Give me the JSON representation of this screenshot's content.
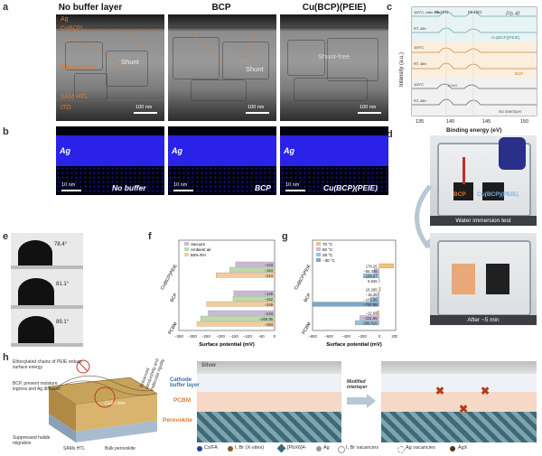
{
  "panels": {
    "a": "a",
    "b": "b",
    "c": "c",
    "d": "d",
    "e": "e",
    "f": "f",
    "g": "g",
    "h": "h"
  },
  "panel_a": {
    "col_titles": [
      "No buffer layer",
      "BCP",
      "Cu(BCP)(PEIE)"
    ],
    "ag": "Ag",
    "cu_bcp": "Cu(BCP)",
    "perovskite": "Perovskite",
    "sam_htl": "SAM HTL",
    "ito": "ITO",
    "shunt": "Shunt",
    "shunt_free": "Shunt-free",
    "scale": "100 nm"
  },
  "panel_b": {
    "ag": "Ag",
    "labels": [
      "No buffer",
      "BCP",
      "Cu(BCP)(PEIE)"
    ],
    "scale": "10 nm"
  },
  "panel_c": {
    "title": "Pb 4f",
    "xlabel": "Binding energy (eV)",
    "ylabel": "Intensity (a.u.)",
    "xticks": [
      "135",
      "140",
      "145",
      "150"
    ],
    "peak_labels": [
      "Pb 4f7/2",
      "Pb 4f5/2"
    ],
    "trace_labels": [
      "100°C, after 48h",
      "RT, 48h",
      "Cu(BCP)(PEIE)",
      "100°C",
      "RT, 48h",
      "BCP",
      "100°C",
      "RT, 48h",
      "No interlayer"
    ],
    "shift": "0.5eV"
  },
  "panel_d": {
    "bcp": "BCP",
    "cu": "Cu(BCP)(PEIE)",
    "water": "Water immersion test",
    "after": "After ~5 min"
  },
  "panel_e": {
    "angles": [
      "78.4°",
      "81.1°",
      "89.1°"
    ]
  },
  "panel_f": {
    "legend": [
      "Vacuum",
      "Ambient air",
      "85% RH"
    ],
    "xlabel": "Surface potential (mV)",
    "xticks": [
      "−350",
      "−300",
      "−250",
      "−200",
      "−150",
      "−100",
      "−50",
      "0"
    ],
    "rows": [
      "Cu(BCP)PEIE",
      "BCP",
      "PCBM"
    ],
    "value_labels": [
      [
        "−143",
        "−164",
        "−214"
      ],
      [
        "−149",
        "−152",
        "−249"
      ],
      [
        "−243",
        "−269.96",
        "−284"
      ]
    ]
  },
  "panel_g": {
    "legend": [
      "70 °C",
      "60 °C",
      "28 °C",
      "−30 °C"
    ],
    "xlabel": "Surface potential (mV)",
    "xticks": [
      "−800",
      "−600",
      "−400",
      "−200",
      "0",
      "200"
    ],
    "rows": [
      "Cu(BCP)PEIE",
      "BCP",
      "PCBM"
    ],
    "value_labels": [
      [
        "176.25",
        "−56.405",
        "−189.67",
        "5.545"
      ],
      [
        "16.285",
        "−15.36",
        "−102.66",
        "−797.58"
      ],
      [
        "−22.68",
        "−231.65",
        "−286.015"
      ]
    ]
  },
  "chart_data": [
    {
      "type": "bar",
      "categories": [
        "Cu(BCP)PEIE",
        "BCP",
        "PCBM"
      ],
      "series": [
        {
          "name": "Vacuum",
          "values": [
            -143,
            -149,
            -243
          ]
        },
        {
          "name": "Ambient air",
          "values": [
            -164,
            -152,
            -269.96
          ]
        },
        {
          "name": "85% RH",
          "values": [
            -214,
            -249,
            -284
          ]
        }
      ],
      "xlabel": "Surface potential (mV)",
      "xlim": [
        -350,
        0
      ],
      "orientation": "horizontal"
    },
    {
      "type": "bar",
      "categories": [
        "Cu(BCP)PEIE",
        "BCP",
        "PCBM"
      ],
      "series": [
        {
          "name": "70 °C",
          "values": [
            176.25,
            16.285,
            -22.68
          ]
        },
        {
          "name": "60 °C",
          "values": [
            -56.405,
            -15.36,
            -231.65
          ]
        },
        {
          "name": "28 °C",
          "values": [
            -189.67,
            -102.66,
            -286.015
          ]
        },
        {
          "name": "−30 °C",
          "values": [
            5.545,
            -797.58,
            null
          ]
        }
      ],
      "xlabel": "Surface potential (mV)",
      "xlim": [
        -800,
        200
      ],
      "orientation": "horizontal"
    }
  ],
  "panel_h": {
    "left_notes": [
      "Ethoxylated chains of PEIE reduce surface energy",
      "BCP, prevent moisture ingress and Ag diffusion",
      "Suppressed halide migration",
      "SAMs HTL",
      "Bulk perovskite",
      "Enhanced conductivity and molecular rigidity",
      "Cu2+ ions"
    ],
    "layers": [
      "Silver",
      "Cathode buffer layer",
      "PCBM",
      "Perovskite"
    ],
    "modified": "Modified interlayer",
    "legend": [
      "Cs/FA",
      "I, Br (X-sites)",
      "[PbX6]4-",
      "Ag",
      "I, Br vacancies",
      "Ag vacancies",
      "AgX"
    ]
  },
  "colors": {
    "vacuum": "#c9b8d8",
    "ambient": "#bfd9a8",
    "rh85": "#f1cc9d",
    "t70": "#f0c37a",
    "t60": "#cdb6d8",
    "t28": "#9cc2dc",
    "tm30": "#7aa8c8",
    "orange": "#e07a2c",
    "blue_eds": "#2a22e8"
  }
}
